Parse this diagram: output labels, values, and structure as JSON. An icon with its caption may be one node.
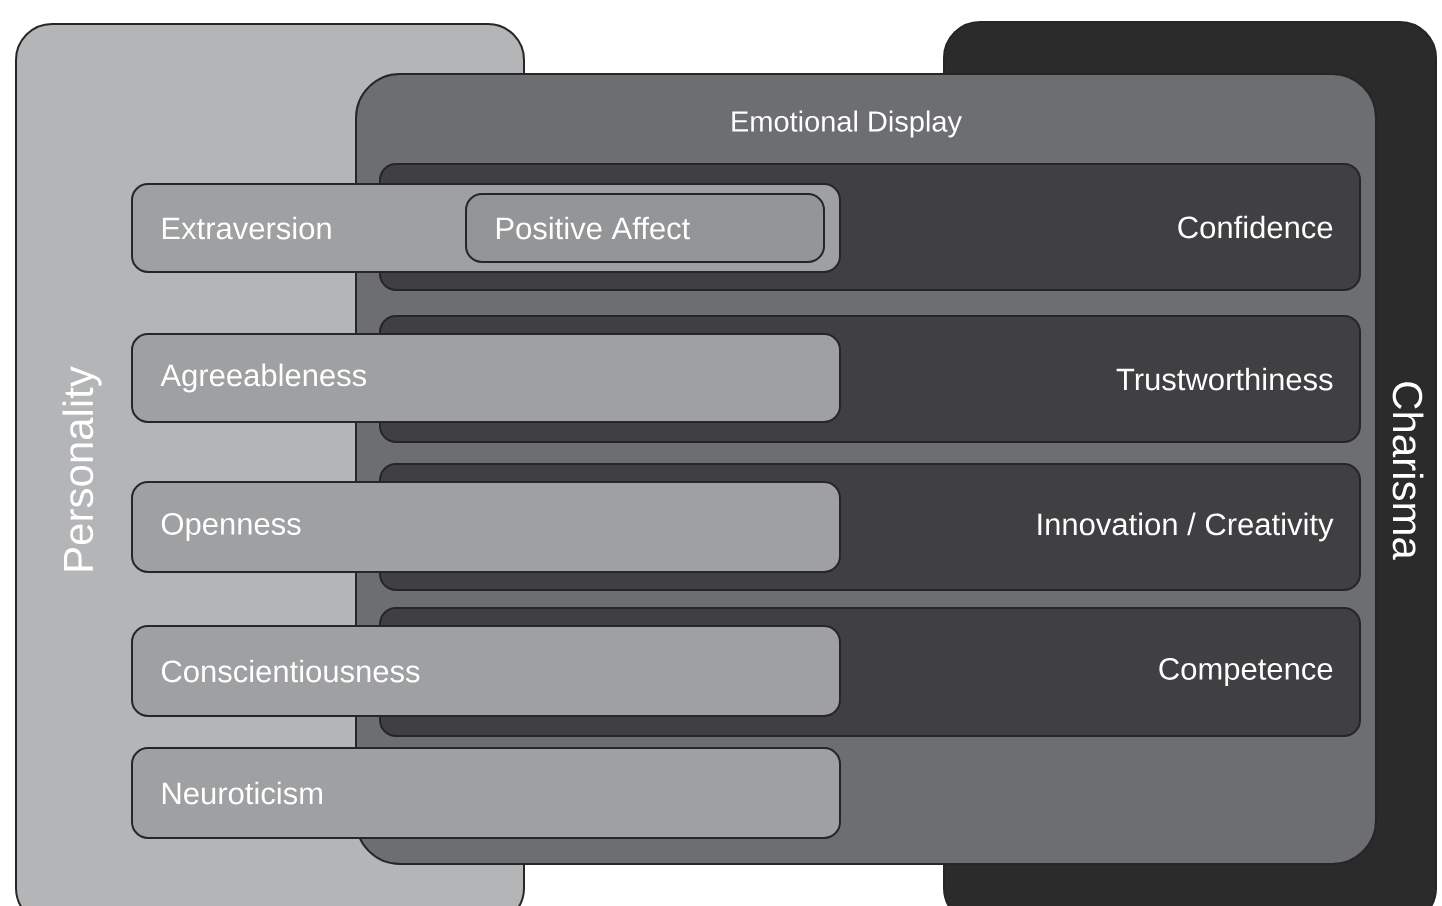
{
  "diagram": {
    "nodes": [
      {
        "text": [
          "Personality"
        ]
      },
      {
        "text": [
          "Charisma"
        ]
      },
      {
        "text": [
          "Emotional Display"
        ]
      },
      {
        "text": [
          "Confidence"
        ],
        "in": 2
      },
      {
        "text": [
          "Extraversion"
        ]
      },
      {
        "text": [
          "Positive Affect"
        ]
      },
      {
        "text": [
          "Trustworthiness"
        ],
        "in": 2
      },
      {
        "text": [
          "Agreeableness"
        ]
      },
      {
        "text": [
          "Innovation / Creativity"
        ],
        "in": 2
      },
      {
        "text": [
          "Openness"
        ]
      },
      {
        "text": [
          "Competence"
        ],
        "in": 2
      },
      {
        "text": [
          "Conscientiousness"
        ]
      },
      {
        "text": [
          "Neuroticism"
        ]
      }
    ]
  }
}
